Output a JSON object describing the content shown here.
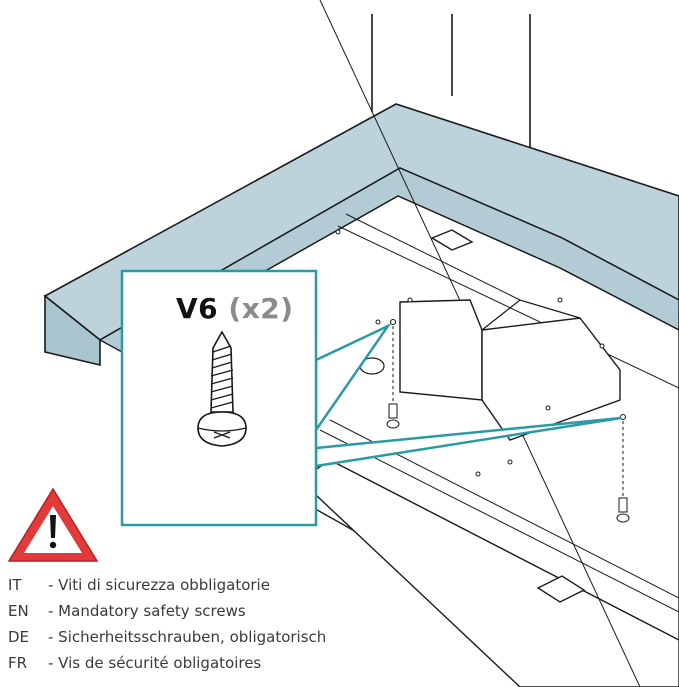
{
  "callout": {
    "screw_code": "V6",
    "quantity": "(x2)"
  },
  "warnings": [
    {
      "lang": "IT",
      "text": "- Viti di sicurezza obbligatorie"
    },
    {
      "lang": "EN",
      "text": "- Mandatory safety screws"
    },
    {
      "lang": "DE",
      "text": "- Sicherheitsschrauben, obligatorisch"
    },
    {
      "lang": "FR",
      "text": "- Vis de sécurité obligatoires"
    }
  ],
  "colors": {
    "hood_fill": "#bcd3dc",
    "outline": "#1a1a1a",
    "callout_border": "#2a9aa3",
    "warning_red": "#e23a3a",
    "qty_text": "#8b8b8b"
  },
  "icons": [
    "warning-triangle-icon",
    "screw-icon"
  ]
}
